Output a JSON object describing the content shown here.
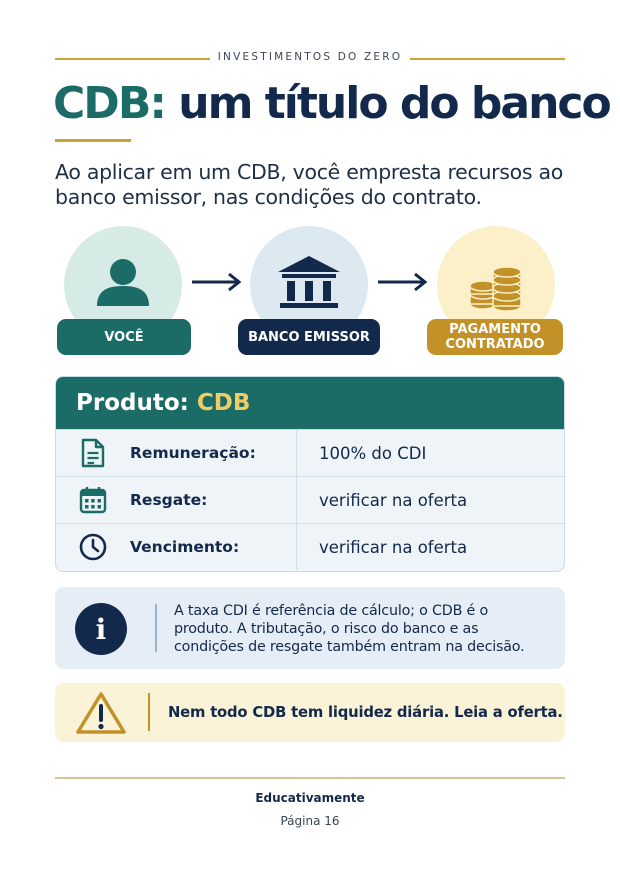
{
  "header": {
    "kicker": "INVESTIMENTOS DO ZERO"
  },
  "title": {
    "highlight": "CDB:",
    "rest": " um título do banco"
  },
  "intro": "Ao aplicar em um CDB, você empresta recursos ao banco emissor, nas condições do contrato.",
  "flow": {
    "steps": [
      {
        "label": "VOCÊ",
        "icon": "person-icon"
      },
      {
        "label": "BANCO EMISSOR",
        "icon": "bank-icon"
      },
      {
        "label": "PAGAMENTO CONTRATADO",
        "icon": "coins-icon"
      }
    ]
  },
  "product": {
    "heading": "Produto:",
    "name": "CDB",
    "rows": [
      {
        "icon": "document-icon",
        "label": "Remuneração:",
        "value": "100% do CDI"
      },
      {
        "icon": "calendar-icon",
        "label": "Resgate:",
        "value": "verificar na oferta"
      },
      {
        "icon": "clock-icon",
        "label": "Vencimento:",
        "value": "verificar na oferta"
      }
    ]
  },
  "info": {
    "icon": "info-icon",
    "symbol": "i",
    "text": "A taxa CDI é referência de cálculo; o CDB é o produto. A tributação, o risco do banco e as condições de resgate também entram na decisão."
  },
  "warning": {
    "icon": "warning-icon",
    "text": "Nem todo CDB tem liquidez diária. Leia a oferta."
  },
  "footer": {
    "brand": "Educativamente",
    "page": "Página 16"
  },
  "colors": {
    "teal": "#1b6b66",
    "navy": "#13294b",
    "gold": "#c29228",
    "gold_light": "#f0cd62"
  }
}
